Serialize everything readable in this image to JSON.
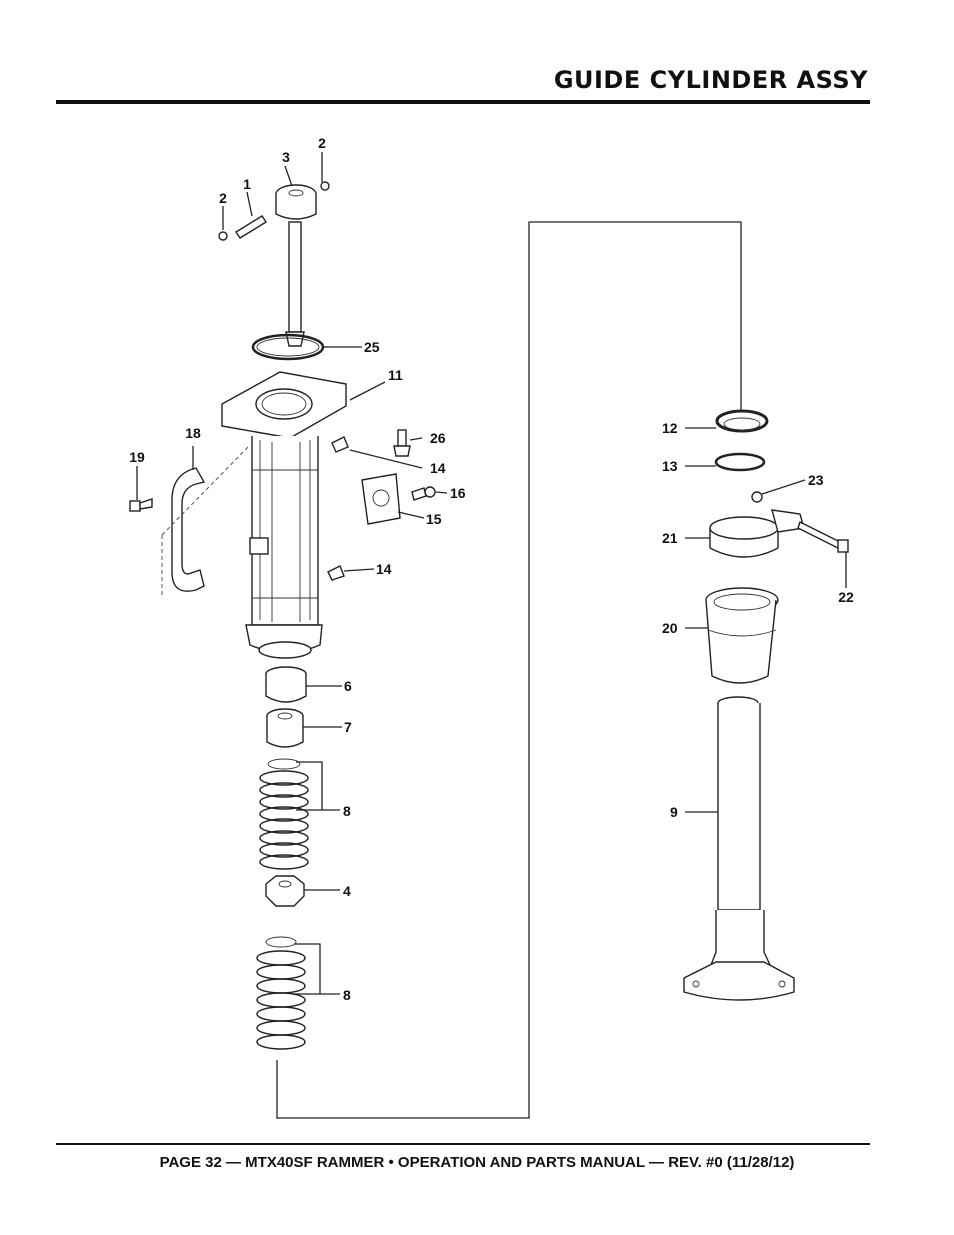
{
  "header": {
    "title": "GUIDE CYLINDER ASSY"
  },
  "footer": {
    "text": "PAGE 32 — MTX40SF RAMMER • OPERATION AND PARTS MANUAL — REV. #0 (11/28/12)"
  },
  "callouts": {
    "c1": "1",
    "c2a": "2",
    "c2b": "2",
    "c3": "3",
    "c4": "4",
    "c6": "6",
    "c7": "7",
    "c8a": "8",
    "c8b": "8",
    "c9": "9",
    "c11": "11",
    "c12": "12",
    "c13": "13",
    "c14a": "14",
    "c14b": "14",
    "c15": "15",
    "c16": "16",
    "c18": "18",
    "c19": "19",
    "c20": "20",
    "c21": "21",
    "c22": "22",
    "c23": "23",
    "c25": "25",
    "c26": "26"
  }
}
